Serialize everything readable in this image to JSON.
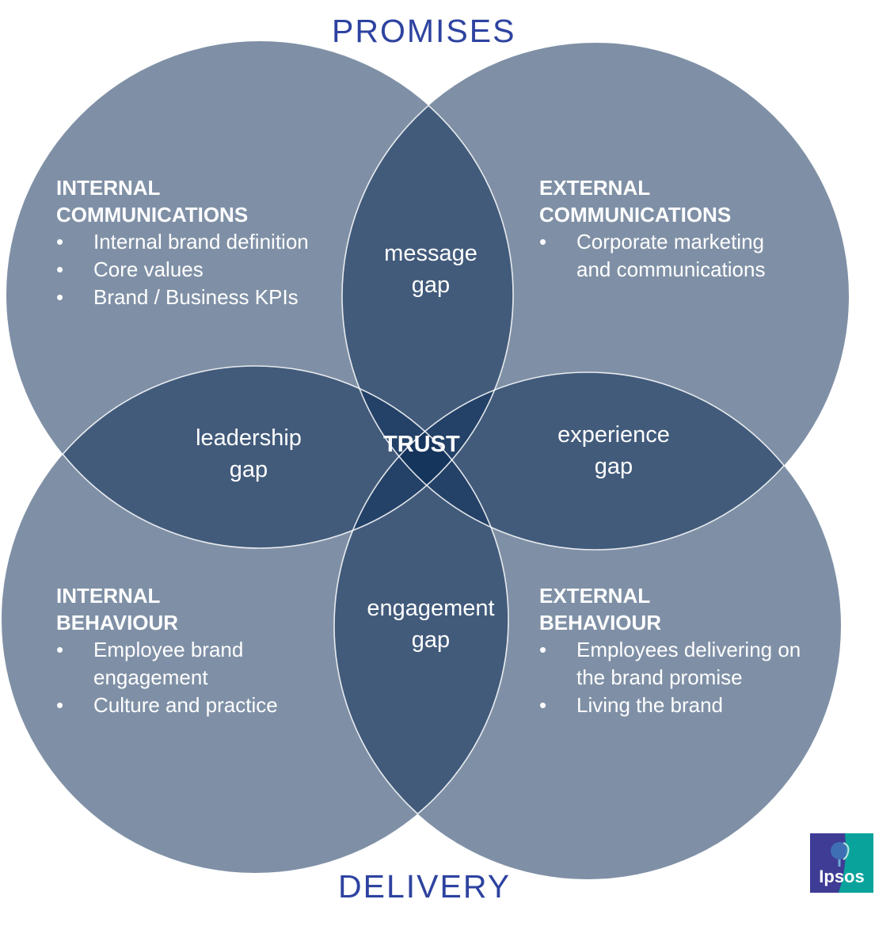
{
  "titles": {
    "top": "PROMISES",
    "bottom": "DELIVERY"
  },
  "colors": {
    "title": "#2e43a0",
    "circle_fill": "#0a2a55",
    "text": "#ffffff",
    "logo_blue": "#3e3c95",
    "logo_teal": "#0aa39b"
  },
  "quadrants": {
    "internal_communications": {
      "heading": [
        "INTERNAL",
        "COMMUNICATIONS"
      ],
      "items": [
        "Internal brand definition",
        "Core values",
        "Brand / Business KPIs"
      ]
    },
    "external_communications": {
      "heading": [
        "EXTERNAL",
        "COMMUNICATIONS"
      ],
      "items": [
        "Corporate marketing and communications"
      ]
    },
    "internal_behaviour": {
      "heading": [
        "INTERNAL",
        "BEHAVIOUR"
      ],
      "items": [
        "Employee brand engagement",
        "Culture and practice"
      ]
    },
    "external_behaviour": {
      "heading": [
        "EXTERNAL",
        "BEHAVIOUR"
      ],
      "items": [
        "Employees delivering on the brand promise",
        "Living the brand"
      ]
    }
  },
  "bullet": "•",
  "gaps": {
    "message": [
      "message",
      "gap"
    ],
    "leadership": [
      "leadership",
      "gap"
    ],
    "experience": [
      "experience",
      "gap"
    ],
    "engagement": [
      "engagement",
      "gap"
    ]
  },
  "center": "TRUST",
  "logo": {
    "text": "Ipsos"
  }
}
